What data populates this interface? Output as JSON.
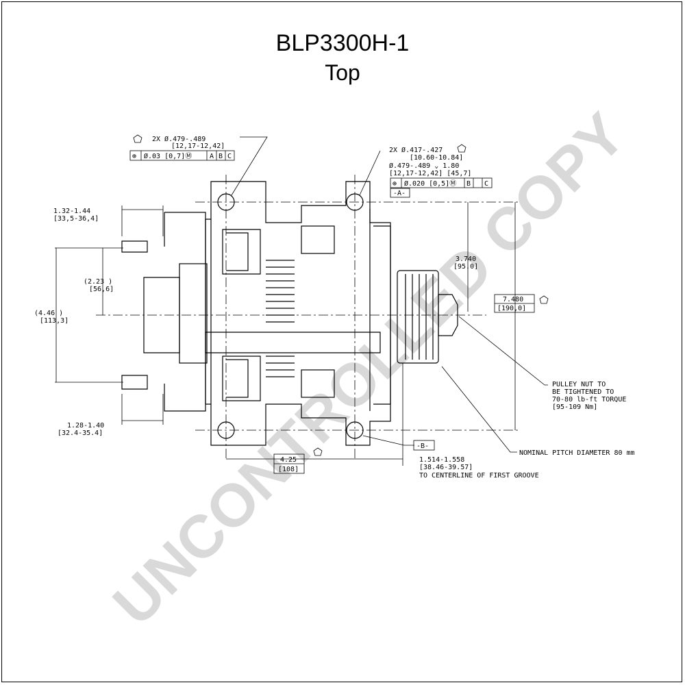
{
  "title": "BLP3300H-1",
  "subtitle": "Top",
  "watermark": "UNCONTROLLED COPY",
  "callouts": {
    "upper_left_holes": {
      "line1": "2X Ø.479-.489",
      "line2": "[12,17-12,42]",
      "fcf": [
        "⊕",
        "Ø.03 [0,7]Ⓜ",
        "A",
        "B",
        "C"
      ]
    },
    "upper_right_holes": {
      "line1": "2X Ø.417-.427",
      "line2": "[10.60-10.84]",
      "line3": "Ø.479-.489 ⌄ 1.80",
      "line4": "[12,17-12,42]   [45,7]",
      "fcf": [
        "⊕",
        "Ø.020 [0,5]Ⓜ",
        "B",
        "C"
      ],
      "datum": "-A-"
    },
    "datum_b": "-B-"
  },
  "dimensions": {
    "top_left": {
      "line1": "1.32-1.44",
      "line2": "[33,5-36,4]"
    },
    "inner_left": {
      "line1": "(2.23  )",
      "line2": "[56,6]"
    },
    "outer_left": {
      "line1": "(4.46  )",
      "line2": "[113,3]"
    },
    "bottom_left": {
      "line1": "1.28-1.40",
      "line2": "[32.4-35.4]"
    },
    "bottom_center": {
      "line1": "4.25",
      "line2": "[108]"
    },
    "right_inner": {
      "line1": "3.740",
      "line2": "[95.0]"
    },
    "right_outer": {
      "line1": "7.480",
      "line2": "[190,0]"
    },
    "bottom_right": {
      "line1": "1.514-1.558",
      "line2": "[38.46-39.57]",
      "line3": "TO CENTERLINE OF FIRST GROOVE"
    }
  },
  "notes": {
    "pulley_nut": [
      "PULLEY NUT TO",
      "BE TIGHTENED TO",
      "70-80 lb-ft TORQUE",
      "[95-109 Nm]"
    ],
    "pitch": "NOMINAL PITCH DIAMETER 80 mm"
  }
}
